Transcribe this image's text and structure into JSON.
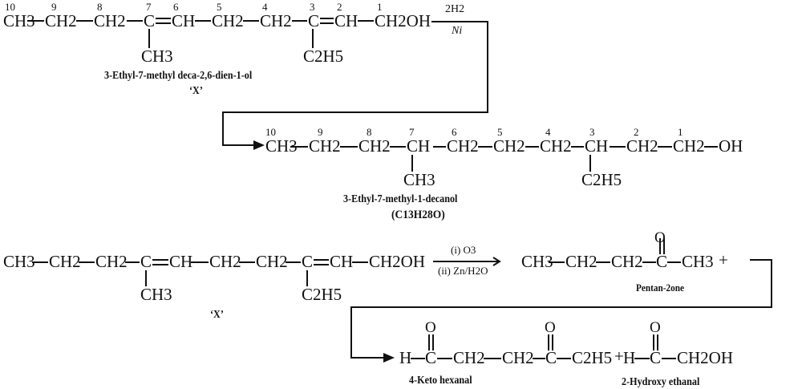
{
  "reaction1": {
    "reactant": {
      "atoms": [
        "CH3",
        "CH2",
        "CH2",
        "C",
        "CH",
        "CH2",
        "CH2",
        "C",
        "CH",
        "CH2OH"
      ],
      "numbers": [
        "10",
        "9",
        "8",
        "7",
        "6",
        "5",
        "4",
        "3",
        "2",
        "1"
      ],
      "branch7": "CH3",
      "branch3": "C2H5",
      "name": "3-Ethyl-7-methyl deca-2,6-dien-1-ol",
      "tag": "‘X’"
    },
    "reagent_top": "2H2",
    "reagent_bottom": "Ni",
    "product": {
      "atoms": [
        "CH3",
        "CH2",
        "CH2",
        "CH",
        "CH2",
        "CH2",
        "CH2",
        "CH",
        "CH2",
        "CH2",
        "OH"
      ],
      "numbers": [
        "10",
        "9",
        "8",
        "7",
        "6",
        "5",
        "4",
        "3",
        "2",
        "1"
      ],
      "branch7": "CH3",
      "branch3": "C2H5",
      "name": "3-Ethyl-7-methyl-1-decanol",
      "formula": "(C13H28O)"
    }
  },
  "reaction2": {
    "reactant": {
      "atoms": [
        "CH3",
        "CH2",
        "CH2",
        "C",
        "CH",
        "CH2",
        "CH2",
        "C",
        "CH",
        "CH2OH"
      ],
      "branch_a": "CH3",
      "branch_b": "C2H5",
      "tag": "‘X’"
    },
    "reagent_top": "(i) O3",
    "reagent_bottom": "(ii) Zn/H2O",
    "product1": {
      "atoms": [
        "CH3",
        "CH2",
        "CH2",
        "C",
        "CH3"
      ],
      "oxygen": "O",
      "name": "Pentan-2one",
      "plus": "+"
    },
    "product2": {
      "atoms": [
        "H",
        "C",
        "CH2",
        "CH2",
        "C",
        "C2H5"
      ],
      "oxygen": "O",
      "name": "4-Keto hexanal",
      "plus": "+"
    },
    "product3": {
      "atoms": [
        "H",
        "C",
        "CH2OH"
      ],
      "oxygen": "O",
      "name": "2-Hydroxy ethanal"
    }
  }
}
